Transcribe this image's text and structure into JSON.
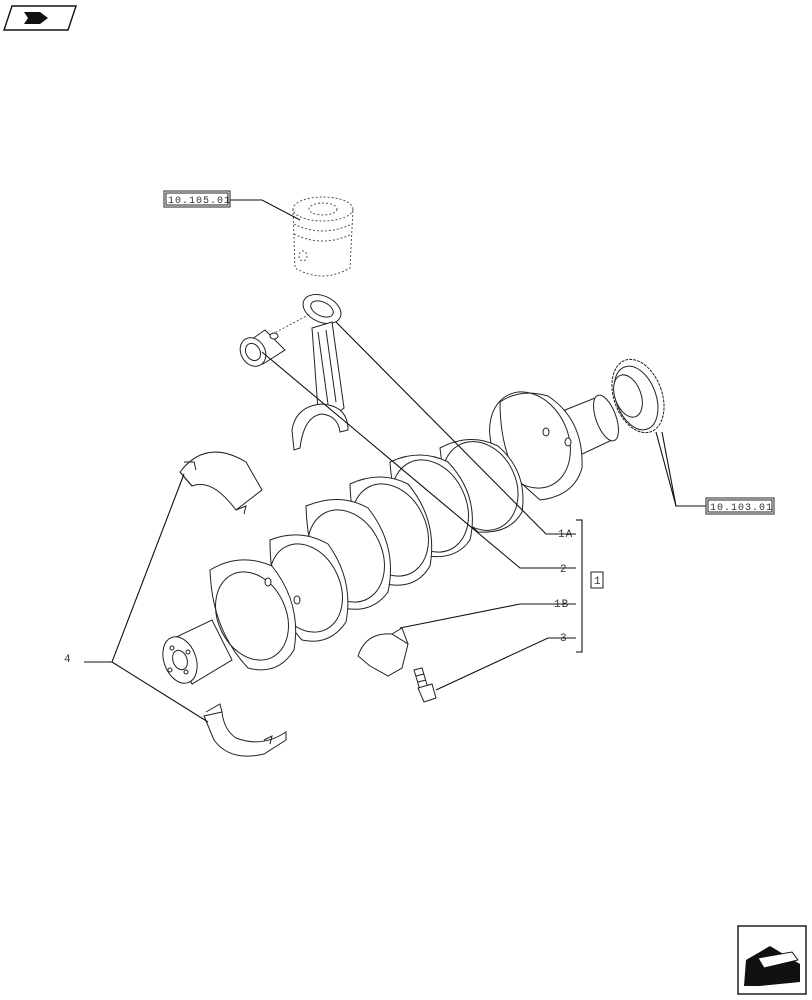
{
  "references": {
    "piston_ref": "10.105.01",
    "gear_ref": "10.103.01"
  },
  "callouts": {
    "item_1a": "1A",
    "item_2": "2",
    "item_1b": "1B",
    "item_3": "3",
    "item_4": "4",
    "kit_1": "1"
  },
  "icons": {
    "top_left": "book-nav-icon",
    "bottom_right": "next-page-arrow-icon"
  }
}
